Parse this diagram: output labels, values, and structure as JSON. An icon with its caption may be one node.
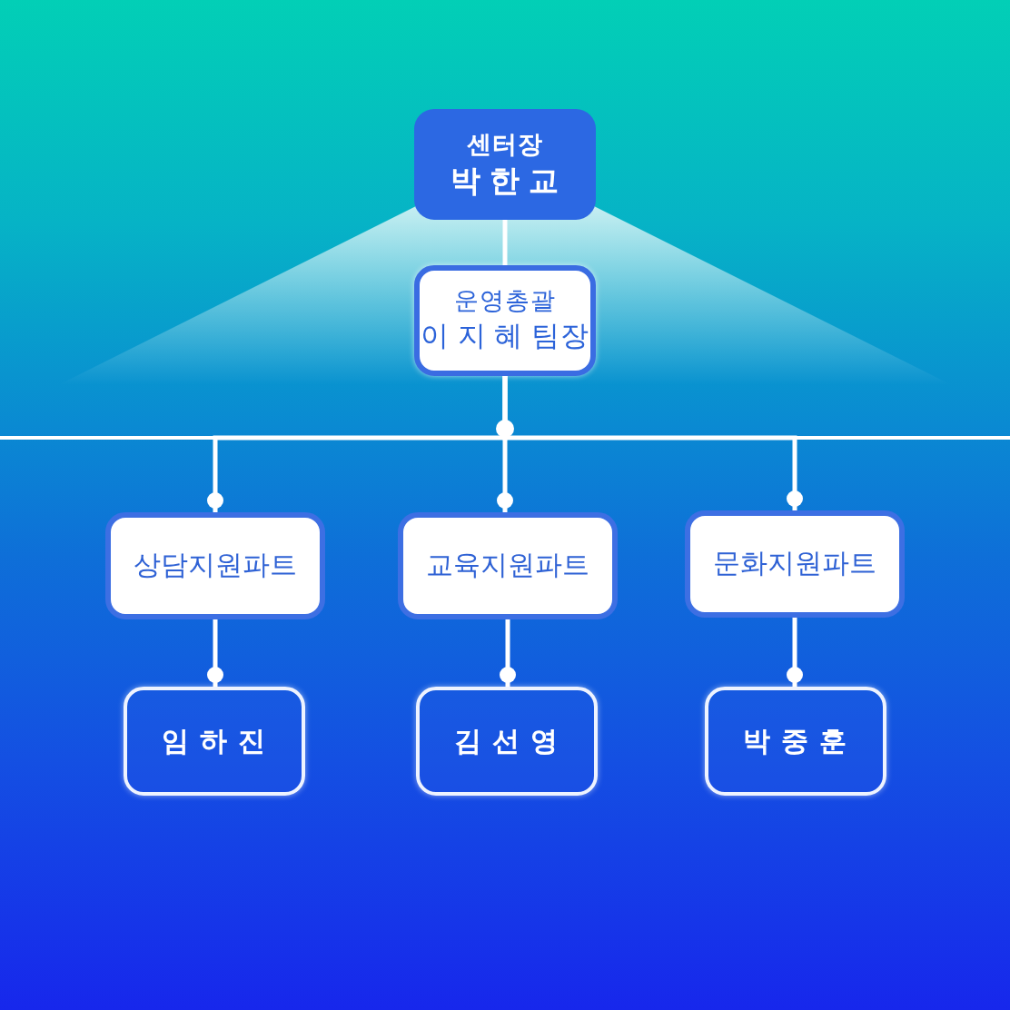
{
  "diagram": {
    "nodes": [
      {
        "text": [
          "센터장",
          "박 한 교"
        ]
      },
      {
        "text": [
          "운영총괄",
          "이 지 혜 팀장"
        ]
      },
      {
        "text": [
          "상담지원파트"
        ]
      },
      {
        "text": [
          "교육지원파트"
        ]
      },
      {
        "text": [
          "문화지원파트"
        ]
      },
      {
        "text": [
          "임 하 진"
        ]
      },
      {
        "text": [
          "김 선 영"
        ]
      },
      {
        "text": [
          "박 중 훈"
        ]
      }
    ],
    "edges": [
      {
        "from": 0,
        "to": 1,
        "arrow": "none"
      },
      {
        "from": 1,
        "to": 2,
        "arrow": "other"
      },
      {
        "from": 1,
        "to": 3,
        "arrow": "other"
      },
      {
        "from": 1,
        "to": 4,
        "arrow": "other"
      },
      {
        "from": 2,
        "to": 5,
        "arrow": "other"
      },
      {
        "from": 3,
        "to": 6,
        "arrow": "other"
      },
      {
        "from": 4,
        "to": 7,
        "arrow": "other"
      }
    ]
  }
}
